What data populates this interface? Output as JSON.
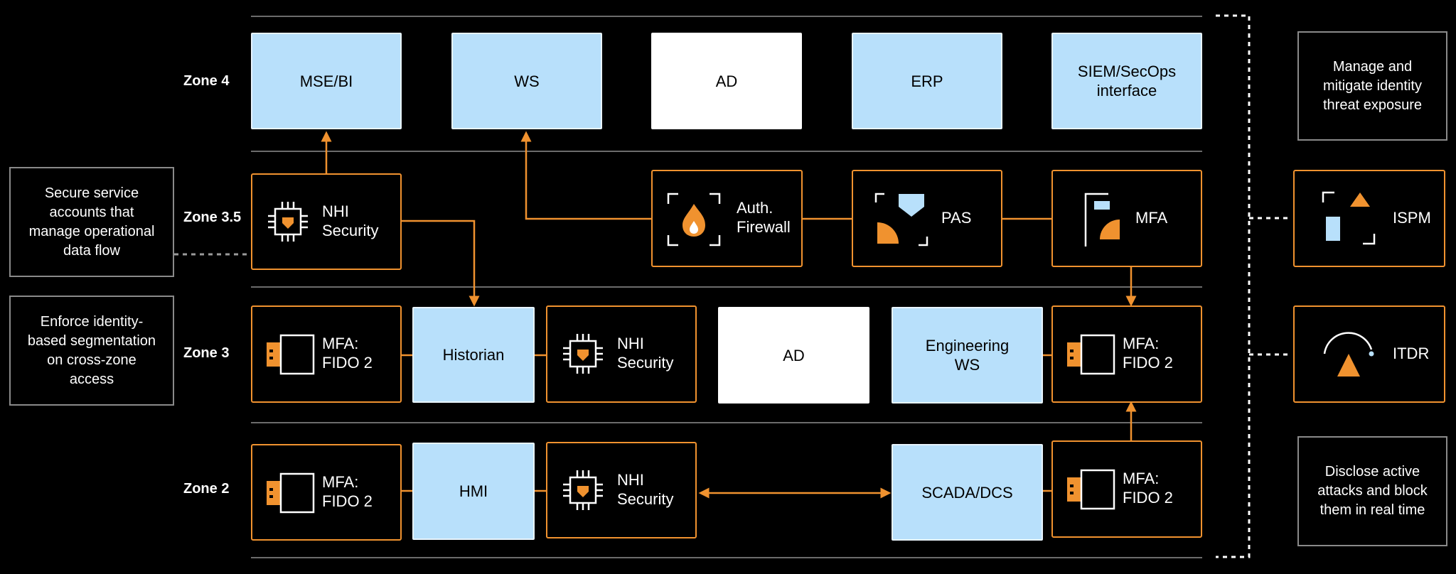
{
  "zones": {
    "z4": "Zone 4",
    "z35": "Zone 3.5",
    "z3": "Zone 3",
    "z2": "Zone 2"
  },
  "zone4": {
    "mse_bi": "MSE/BI",
    "ws": "WS",
    "ad": "AD",
    "erp": "ERP",
    "siem": "SIEM/SecOps\ninterface"
  },
  "zone35": {
    "nhi_security": "NHI\nSecurity",
    "auth_firewall": "Auth.\nFirewall",
    "pas": "PAS",
    "mfa": "MFA"
  },
  "zone3": {
    "mfa_fido": "MFA:\nFIDO 2",
    "historian": "Historian",
    "nhi_security": "NHI\nSecurity",
    "ad": "AD",
    "engineering_ws": "Engineering\nWS",
    "mfa_fido_right": "MFA:\nFIDO 2"
  },
  "zone2": {
    "mfa_fido": "MFA:\nFIDO 2",
    "hmi": "HMI",
    "nhi_security": "NHI\nSecurity",
    "scada": "SCADA/DCS",
    "mfa_fido_right": "MFA:\nFIDO 2"
  },
  "left_notes": {
    "secure_service": "Secure service\naccounts that\nmanage operational\ndata flow",
    "enforce_identity": "Enforce identity-\nbased segmentation\non cross-zone\naccess"
  },
  "right_panel": {
    "manage": "Manage and\nmitigate identity\nthreat exposure",
    "ispm": "ISPM",
    "itdr": "ITDR",
    "disclose": "Disclose active\nattacks and block\nthem in real time"
  },
  "colors": {
    "accent_orange": "#f0922f",
    "light_blue": "#b8e0fb",
    "divider_gray": "#6b6b6b"
  }
}
